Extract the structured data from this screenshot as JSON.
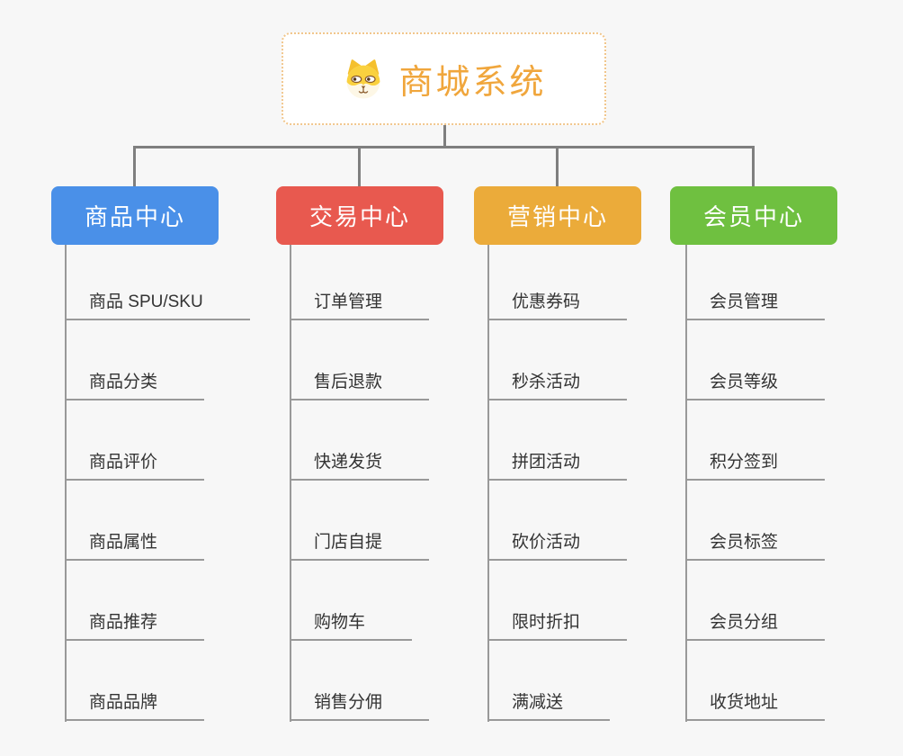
{
  "page": {
    "background": "#f7f7f7",
    "connector_color": "#7f7f7f",
    "leaf_line_color": "#999999"
  },
  "root": {
    "title": "商城系统",
    "icon": "dog-face-icon",
    "text_color": "#f0a63c",
    "border_color": "#f1c68c"
  },
  "branches": [
    {
      "label": "商品中心",
      "color": "#4a90e8",
      "children": [
        "商品 SPU/SKU",
        "商品分类",
        "商品评价",
        "商品属性",
        "商品推荐",
        "商品品牌"
      ]
    },
    {
      "label": "交易中心",
      "color": "#e8594f",
      "children": [
        "订单管理",
        "售后退款",
        "快递发货",
        "门店自提",
        "购物车",
        "销售分佣"
      ]
    },
    {
      "label": "营销中心",
      "color": "#ebab3a",
      "children": [
        "优惠券码",
        "秒杀活动",
        "拼团活动",
        "砍价活动",
        "限时折扣",
        "满减送"
      ]
    },
    {
      "label": "会员中心",
      "color": "#6fc040",
      "children": [
        "会员管理",
        "会员等级",
        "积分签到",
        "会员标签",
        "会员分组",
        "收货地址"
      ]
    }
  ]
}
